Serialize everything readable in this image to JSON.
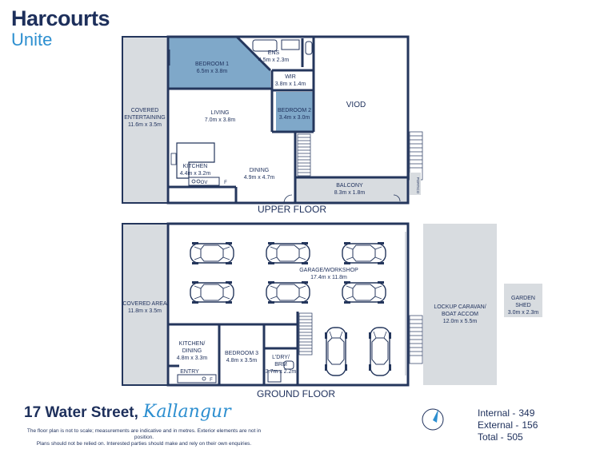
{
  "brand": {
    "line1": "Harcourts",
    "line2": "Unite"
  },
  "address": {
    "street": "17 Water Street,",
    "suburb": "Kallangur"
  },
  "disclaimer": {
    "line1": "The floor plan is not to scale; measurements are indicative and in metres. Exterior elements are not in position.",
    "line2": "Plans should not be relied on. Interested parties should make and rely on their own enquiries."
  },
  "areas": [
    {
      "label": "Internal -",
      "value": "349"
    },
    {
      "label": "External -",
      "value": "156"
    },
    {
      "label": "Total -",
      "value": "505"
    }
  ],
  "colors": {
    "wall": "#24365c",
    "highlight": "#7fa8c9",
    "outdoor": "#d8dce0",
    "outline": "#24365c"
  },
  "upper": {
    "title": "UPPER FLOOR",
    "rooms": {
      "bed1": {
        "name": "BEDROOM 1",
        "dims": "6.5m x 3.8m"
      },
      "ens": {
        "name": "ENS",
        "dims": "4.5m x 2.3m"
      },
      "wir": {
        "name": "WIR",
        "dims": "3.8m x 1.4m"
      },
      "bed2": {
        "name": "BEDROOM 2",
        "dims": "3.4m x 3.0m"
      },
      "viod": {
        "name": "VIOD"
      },
      "covered": {
        "name1": "COVERED",
        "name2": "ENTERTAINING",
        "dims": "11.6m x 3.5m"
      },
      "living": {
        "name": "LIVING",
        "dims": "7.0m x 3.8m"
      },
      "kitchen": {
        "name": "KITCHEN",
        "dims": "4.4m x 3.2m"
      },
      "dining": {
        "name": "DINING",
        "dims": "4.9m x 4.7m"
      },
      "balcony": {
        "name": "BALCONY",
        "dims": "8.3m x 1.8m"
      }
    },
    "fixtures": {
      "ov": "OV",
      "fridge": "F",
      "portico": "PORTICO"
    }
  },
  "ground": {
    "title": "GROUND FLOOR",
    "rooms": {
      "garage": {
        "name": "GARAGE/WORKSHOP",
        "dims": "17.4m x 11.8m"
      },
      "covered": {
        "name": "COVERED AREA",
        "dims": "11.8m x 3.5m"
      },
      "kitchen": {
        "name1": "KITCHEN/",
        "name2": "DINING",
        "dims": "4.8m x 3.3m"
      },
      "bed3": {
        "name": "BEDROOM 3",
        "dims": "4.8m x 3.5m"
      },
      "ldry": {
        "name1": "L'DRY/",
        "name2": "BRM",
        "dims": "3.7m x 2.2m"
      },
      "entry": {
        "name": "ENTRY"
      },
      "lockup": {
        "name1": "LOCKUP CARAVAN/",
        "name2": "BOAT ACCOM",
        "dims": "12.0m x 5.5m"
      },
      "shed": {
        "name1": "GARDEN",
        "name2": "SHED",
        "dims": "3.0m x 2.3m"
      }
    },
    "fixtures": {
      "fridge": "F"
    }
  }
}
